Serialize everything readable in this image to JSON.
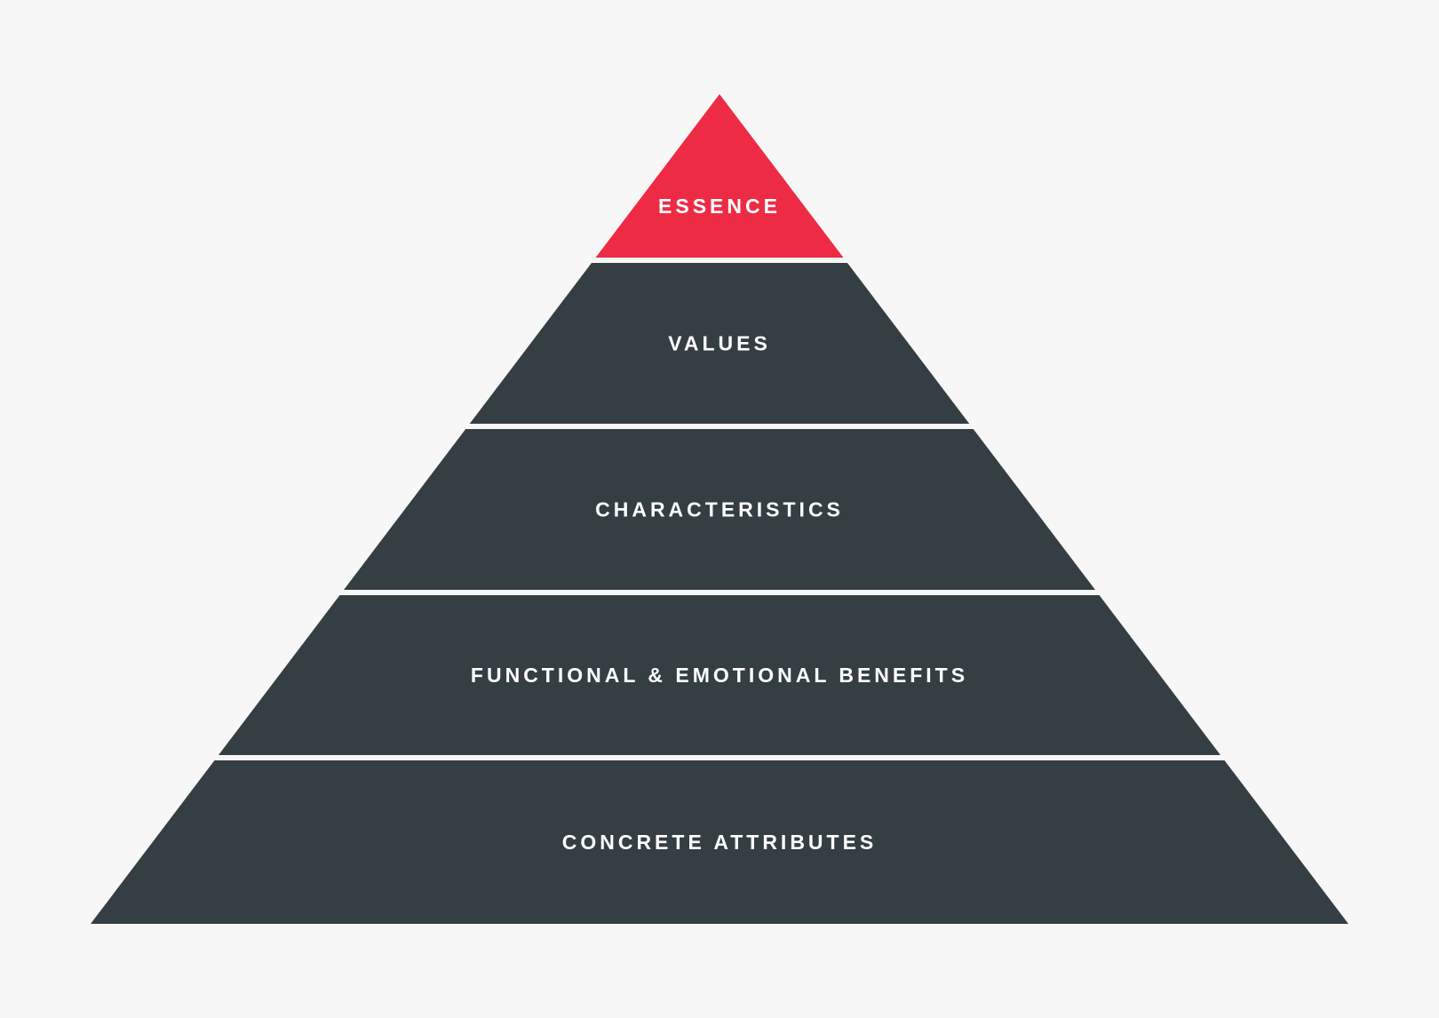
{
  "colors": {
    "background": "#f6f7f6",
    "tier": "#343e43",
    "apex": "#ee2b45",
    "label": "#ffffff",
    "divider": "#f6f7f6"
  },
  "pyramid": {
    "tiers": [
      {
        "label": "ESSENCE",
        "highlight": true
      },
      {
        "label": "VALUES",
        "highlight": false
      },
      {
        "label": "CHARACTERISTICS",
        "highlight": false
      },
      {
        "label": "FUNCTIONAL & EMOTIONAL BENEFITS",
        "highlight": false
      },
      {
        "label": "CONCRETE ATTRIBUTES",
        "highlight": false
      }
    ]
  }
}
